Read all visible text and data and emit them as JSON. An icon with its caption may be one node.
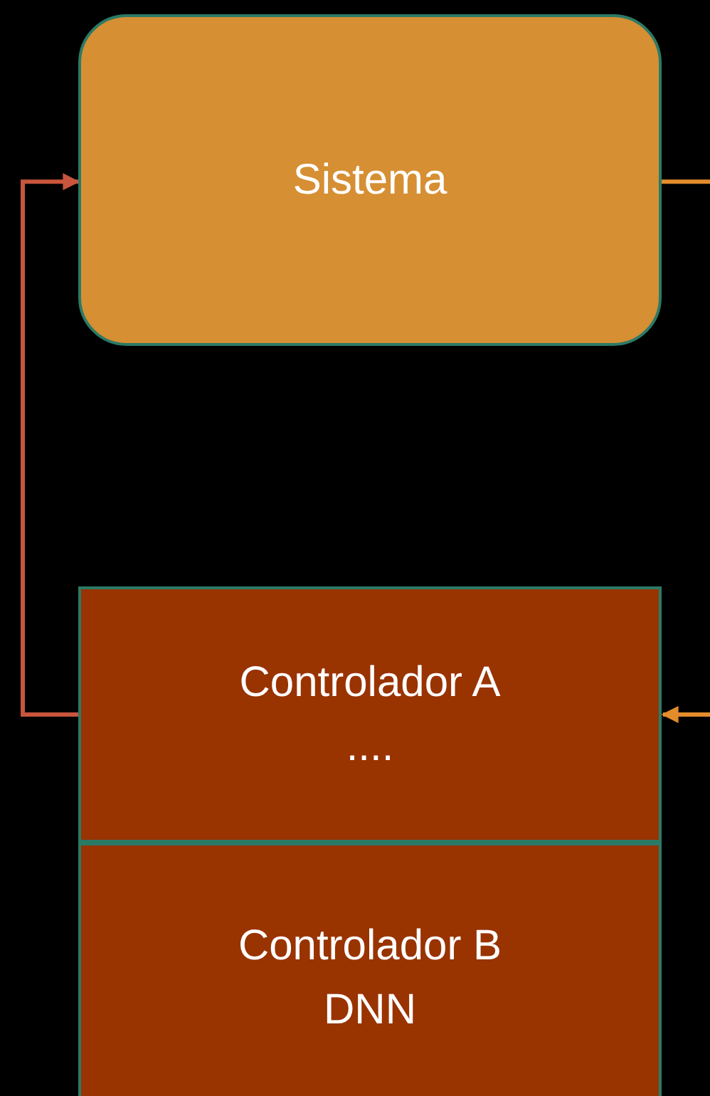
{
  "diagram": {
    "nodes": [
      {
        "text": [
          "Sistema"
        ]
      },
      {
        "text": [
          "Controlador A ...."
        ]
      },
      {
        "text": [
          "Controlador B DNN"
        ]
      }
    ],
    "edges": [
      {
        "from": 1,
        "to": 0,
        "arrow": "to",
        "color": "#c8553d"
      },
      {
        "from": 0,
        "to": null,
        "arrow": "none"
      },
      {
        "from": null,
        "to": 1,
        "arrow": "to"
      }
    ]
  }
}
